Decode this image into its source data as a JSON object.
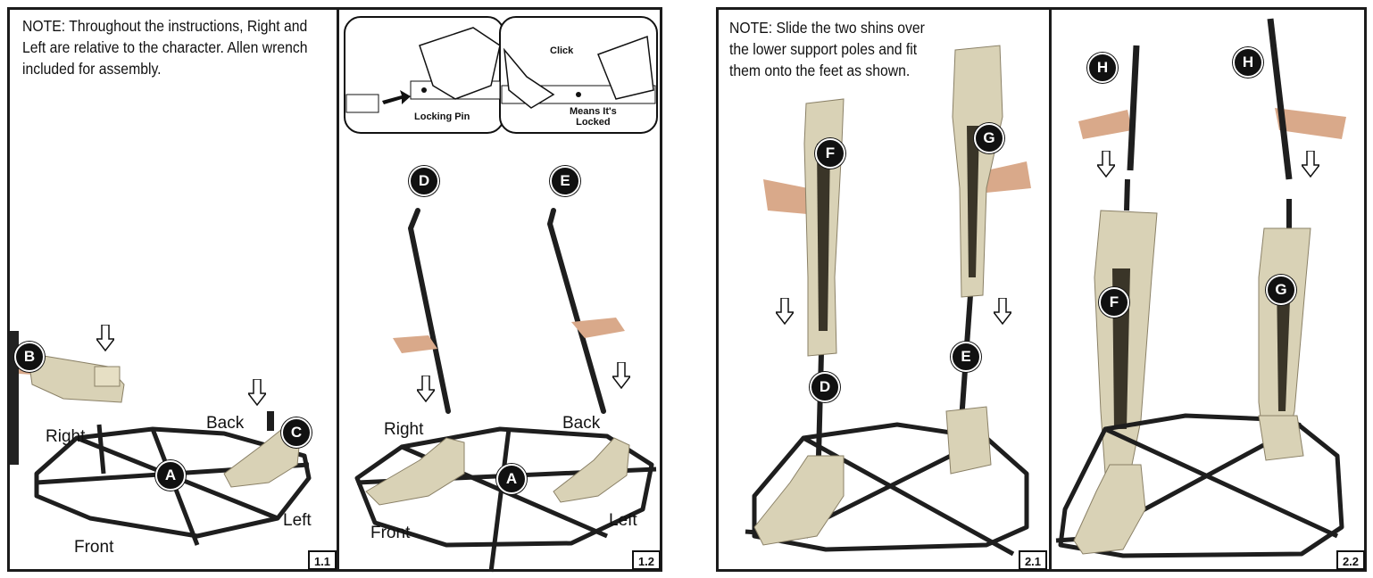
{
  "left_sheet": {
    "note": "NOTE: Throughout the instructions, Right and Left are relative to the character. Allen wrench included for assembly.",
    "step_1_1": {
      "number": "1.1",
      "labels": {
        "right": "Right",
        "back": "Back",
        "left": "Left",
        "front": "Front"
      },
      "badges": {
        "a": "A",
        "b": "B",
        "c": "C"
      }
    },
    "step_1_2": {
      "number": "1.2",
      "inset": {
        "click": "Click",
        "locking_pin": "Locking Pin",
        "means_locked_1": "Means It's",
        "means_locked_2": "Locked"
      },
      "labels": {
        "right": "Right",
        "back": "Back",
        "left": "Left",
        "front": "Front"
      },
      "badges": {
        "d": "D",
        "e": "E",
        "a": "A"
      }
    }
  },
  "right_sheet": {
    "step_2_1": {
      "number": "2.1",
      "note": "NOTE: Slide the two shins over the lower support poles and fit them onto the feet as shown.",
      "badges": {
        "f": "F",
        "g": "G",
        "d": "D",
        "e": "E"
      }
    },
    "step_2_2": {
      "number": "2.2",
      "badges": {
        "h1": "H",
        "h2": "H",
        "f": "F",
        "g": "G"
      }
    }
  },
  "colors": {
    "border": "#1b1b1b",
    "badge": "#111111",
    "bone": "#d9d2b6",
    "bone_dark": "#3a3528",
    "metal": "#1e1e1e",
    "skin": "#d9a98a"
  }
}
